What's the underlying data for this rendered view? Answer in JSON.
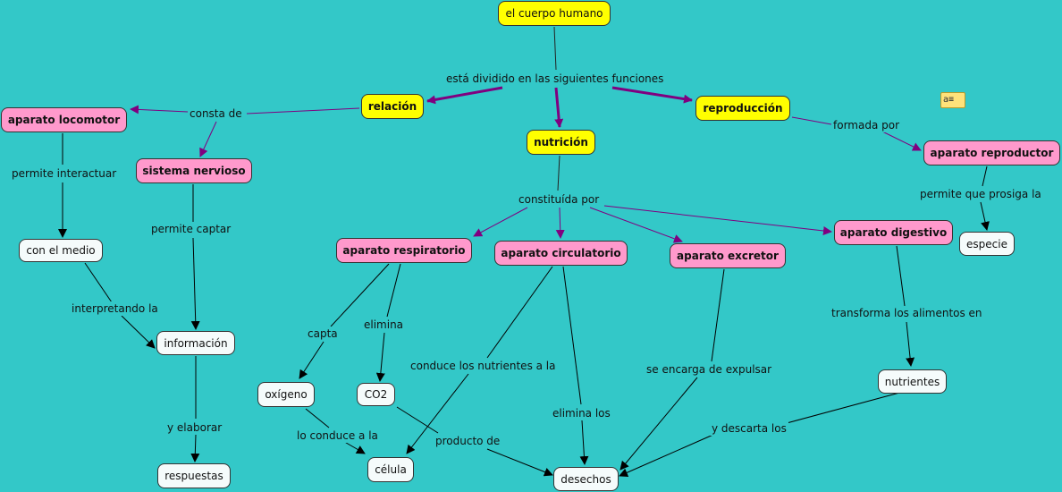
{
  "nodes": {
    "cuerpo": "el cuerpo humano",
    "relacion": "relación",
    "nutricion": "nutrición",
    "reproduccion": "reproducción",
    "locomotor": "aparato locomotor",
    "nervioso": "sistema nervioso",
    "medio": "con el medio",
    "informacion": "información",
    "respuestas": "respuestas",
    "respiratorio": "aparato respiratorio",
    "circulatorio": "aparato circulatorio",
    "excretor": "aparato excretor",
    "digestivo": "aparato digestivo",
    "reproductor": "aparato reproductor",
    "especie": "especie",
    "oxigeno": "oxígeno",
    "co2": "CO2",
    "celula": "célula",
    "desechos": "desechos",
    "nutrientes": "nutrientes"
  },
  "links": {
    "dividido": "está dividido en las siguientes funciones",
    "consta": "consta de",
    "formada": "formada por",
    "interactuar": "permite interactuar",
    "captar": "permite captar",
    "interpretando": "interpretando la",
    "elaborar": "y elaborar",
    "constituida": "constituída por",
    "prosiga": "permite que prosiga la",
    "capta": "capta",
    "elimina": "elimina",
    "conduce_nutrientes": "conduce los nutrientes a la",
    "elimina_los": "elimina los",
    "expulsar": "se encarga de expulsar",
    "transforma": "transforma los alimentos en",
    "conduce_a": "lo conduce a la",
    "producto": "producto de",
    "descarta": "y descarta los"
  },
  "icons": {
    "note": "note-icon"
  },
  "note_text": "a",
  "colors": {
    "background": "#33c8c8",
    "main": "#ffff00",
    "apparatus": "#ff99cc",
    "concept": "#f5fbfb",
    "main_arrow": "#800080"
  }
}
